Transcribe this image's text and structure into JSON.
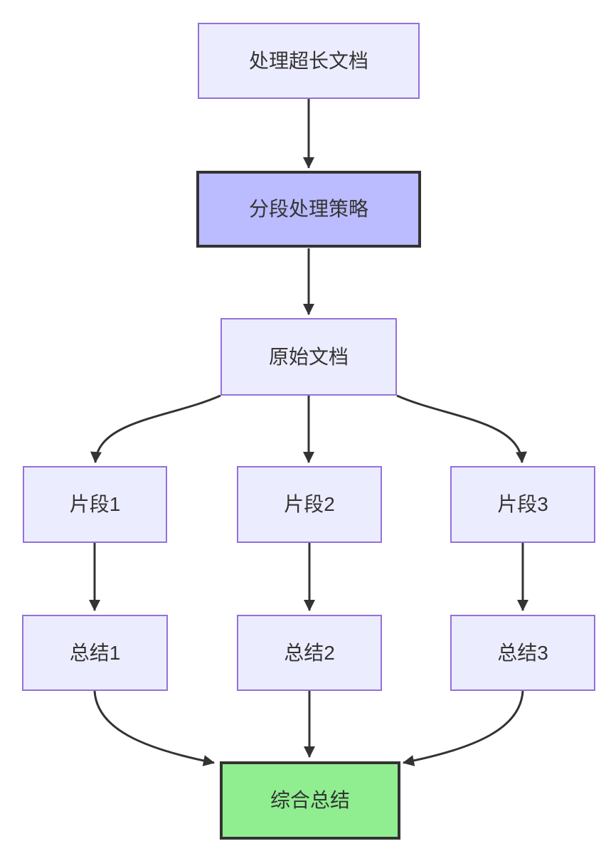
{
  "diagram": {
    "type": "flowchart",
    "direction": "top-down",
    "colors": {
      "node_fill": "#ECECFF",
      "node_border": "#9370DB",
      "highlight_fill": "#bbbbff",
      "highlight_border": "#333333",
      "success_fill": "#90EE90",
      "success_border": "#333333",
      "edge": "#333333",
      "text": "#333333",
      "background": "#ffffff"
    },
    "nodes": [
      {
        "id": "A",
        "label": "处理超长文档",
        "style": "default"
      },
      {
        "id": "B",
        "label": "分段处理策略",
        "style": "highlight"
      },
      {
        "id": "C",
        "label": "原始文档",
        "style": "default"
      },
      {
        "id": "D1",
        "label": "片段1",
        "style": "default"
      },
      {
        "id": "D2",
        "label": "片段2",
        "style": "default"
      },
      {
        "id": "D3",
        "label": "片段3",
        "style": "default"
      },
      {
        "id": "E1",
        "label": "总结1",
        "style": "default"
      },
      {
        "id": "E2",
        "label": "总结2",
        "style": "default"
      },
      {
        "id": "E3",
        "label": "总结3",
        "style": "default"
      },
      {
        "id": "F",
        "label": "综合总结",
        "style": "success"
      }
    ],
    "edges": [
      {
        "from": "处理超长文档",
        "to": "分段处理策略"
      },
      {
        "from": "分段处理策略",
        "to": "原始文档"
      },
      {
        "from": "原始文档",
        "to": "片段1"
      },
      {
        "from": "原始文档",
        "to": "片段2"
      },
      {
        "from": "原始文档",
        "to": "片段3"
      },
      {
        "from": "片段1",
        "to": "总结1"
      },
      {
        "from": "片段2",
        "to": "总结2"
      },
      {
        "from": "片段3",
        "to": "总结3"
      },
      {
        "from": "总结1",
        "to": "综合总结"
      },
      {
        "from": "总结2",
        "to": "综合总结"
      },
      {
        "from": "总结3",
        "to": "综合总结"
      }
    ]
  }
}
